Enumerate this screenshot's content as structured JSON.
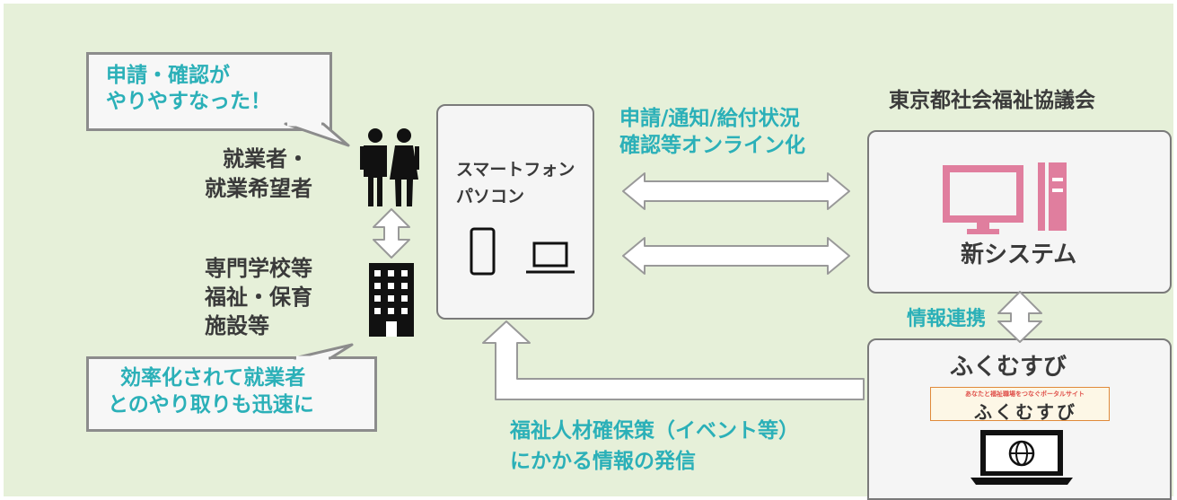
{
  "bubble_top": {
    "line1": "申請・確認が",
    "line2": "やりやすなった！"
  },
  "bubble_bottom": {
    "line1": "効率化されて就業者",
    "line2": "とのやり取りも迅速に"
  },
  "workers": {
    "line1": "就業者・",
    "line2": "就業希望者"
  },
  "schools": {
    "line1": "専門学校等",
    "line2": "福祉・保育",
    "line3": "施設等"
  },
  "device_box": {
    "line1": "スマートフォン",
    "line2": "パソコン"
  },
  "online_label": {
    "line1": "申請/通知/給付状況",
    "line2": "確認等オンライン化"
  },
  "council_title": "東京都社会福祉協議会",
  "new_system": "新システム",
  "info_link": "情報連携",
  "fukumusubi": {
    "title": "ふくむすび",
    "logo_tagline": "あなたと福祉職場をつなぐポータルサイト",
    "logo_text": "ふくむすび"
  },
  "outreach_label": {
    "line1": "福祉人材確保策（イベント等）",
    "line2": "にかかる情報の発信"
  },
  "colors": {
    "background": "#e6f0d9",
    "accent_teal": "#2bb0b8",
    "pink": "#e07e9e",
    "text_dark": "#3a3a3a"
  }
}
